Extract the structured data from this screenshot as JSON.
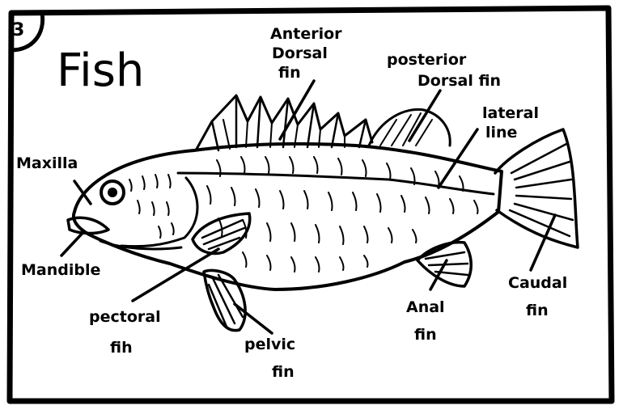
{
  "page_number": "3",
  "title": "Fish",
  "labels": {
    "maxilla": "Maxilla",
    "mandible": "Mandible",
    "anterior_dorsal": [
      "Anterior",
      "Dorsal",
      "fin"
    ],
    "posterior_dorsal": [
      "posterior",
      "Dorsal fin"
    ],
    "lateral_line": [
      "lateral",
      "line"
    ],
    "caudal": [
      "Caudal",
      "fin"
    ],
    "anal": [
      "Anal",
      "fin"
    ],
    "pelvic": [
      "pelvic",
      "fin"
    ],
    "pectoral": [
      "pectoral",
      "fih"
    ]
  }
}
